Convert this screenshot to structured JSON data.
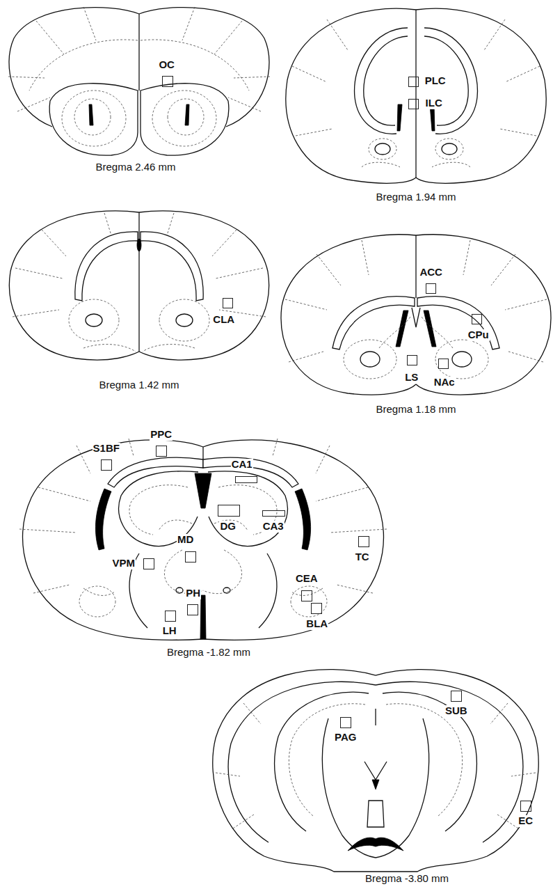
{
  "diagram": {
    "nodes": [
      {
        "text": [
          "OC"
        ]
      },
      {
        "text": [
          "PLC"
        ]
      },
      {
        "text": [
          "ILC"
        ]
      },
      {
        "text": [
          "CLA"
        ]
      },
      {
        "text": [
          "ACC"
        ]
      },
      {
        "text": [
          "CPu"
        ]
      },
      {
        "text": [
          "LS"
        ]
      },
      {
        "text": [
          "NAc"
        ]
      },
      {
        "text": [
          "PPC"
        ]
      },
      {
        "text": [
          "S1BF"
        ]
      },
      {
        "text": [
          "CA1"
        ]
      },
      {
        "text": [
          "DG"
        ]
      },
      {
        "text": [
          "CA3"
        ]
      },
      {
        "text": [
          "MD"
        ]
      },
      {
        "text": [
          "VPM"
        ]
      },
      {
        "text": [
          "TC"
        ]
      },
      {
        "text": [
          "CEA"
        ]
      },
      {
        "text": [
          "PH"
        ]
      },
      {
        "text": [
          "LH"
        ]
      },
      {
        "text": [
          "BLA"
        ]
      },
      {
        "text": [
          "PAG"
        ]
      },
      {
        "text": [
          "SUB"
        ]
      },
      {
        "text": [
          "EC"
        ]
      }
    ],
    "labels": [
      "Bregma 2.46 mm",
      "Bregma 1.94 mm",
      "Bregma 1.42 mm",
      "Bregma 1.18 mm",
      "Bregma -1.82 mm",
      "Bregma -3.80 mm"
    ]
  }
}
